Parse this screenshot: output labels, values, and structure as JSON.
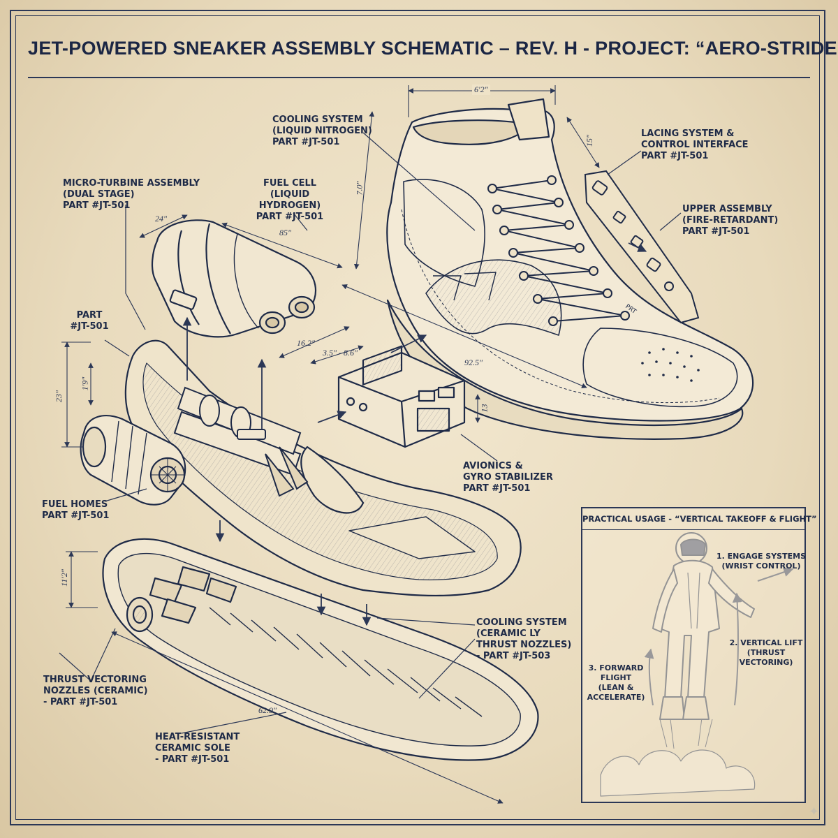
{
  "title": "JET-POWERED SNEAKER ASSEMBLY SCHEMATIC – REV. H - PROJECT: “AERO-STRIDE”",
  "labels": {
    "cooling_nitrogen": "COOLING SYSTEM\n(LIQUID NITROGEN)\nPART #JT-501",
    "lacing": "LACING SYSTEM &\nCONTROL INTERFACE\nPART #JT-501",
    "upper": "UPPER ASSEMBLY\n(FIRE-RETARDANT)\nPART #JT-501",
    "micro_turbine": "MICRO-TURBINE ASSEMBLY\n(DUAL STAGE)\nPART #JT-501",
    "fuel_cell": "FUEL CELL\n(LIQUID HYDROGEN)\nPART #JT-501",
    "part": "PART\n#JT-501",
    "avionics": "AVIONICS &\nGYRO STABILIZER\nPART #JT-501",
    "fuel_homes": "FUEL HOMES\nPART #JT-501",
    "cooling_ceramic": "COOLING SYSTEM\n(CERAMIC LY\nTHRUST NOZZLES)\n- PART #JT-503",
    "thrust_vectoring": "THRUST VECTORING\nNOZZLES (CERAMIC)\n- PART #JT-501",
    "sole": "HEAT-RESISTANT\nCERAMIC SOLE\n- PART #JT-501"
  },
  "dimensions": {
    "d1": "6'2\"",
    "d2": "15\"",
    "d3": "7.0\"",
    "d4": "24\"",
    "d5": "85\"",
    "d6": "16.2\"",
    "d7": "3.5\" - 8.6\"",
    "d8": "92.5\"",
    "d9": "13",
    "d10": "23\"",
    "d11": "1'9\"",
    "d12": "11'2\"",
    "d13": "62.9\""
  },
  "device_text": "PRT",
  "inset": {
    "title": "PRACTICAL USAGE - “VERTICAL TAKEOFF & FLIGHT”",
    "step1": "1. ENGAGE SYSTEMS\n(WRIST CONTROL)",
    "step2": "2. VERTICAL LIFT\n(THRUST\nVECTORING)",
    "step3": "3. FORWARD\nFLIGHT\n(LEAN &\nACCELERATE)"
  },
  "colors": {
    "paper": "#efe3c8",
    "ink": "#1e2a47",
    "line": "#2b3756"
  }
}
